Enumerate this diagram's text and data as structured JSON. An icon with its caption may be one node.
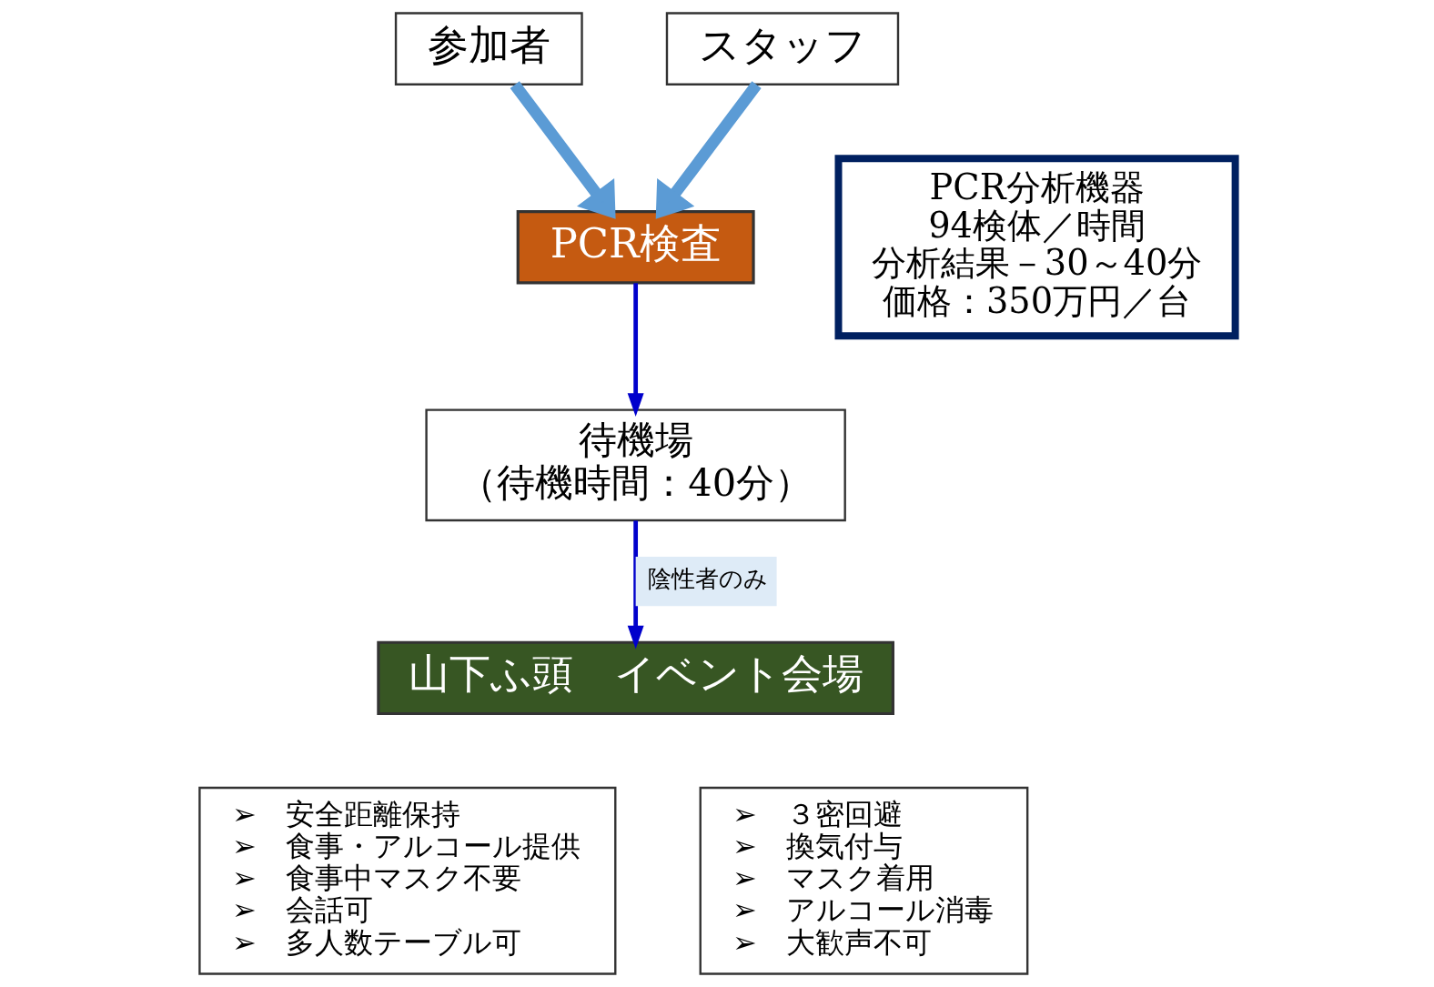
{
  "diagram": {
    "nodes": [
      {
        "text": [
          "参加者"
        ]
      },
      {
        "text": [
          "スタッフ"
        ]
      },
      {
        "text": [
          "PCR検査"
        ]
      },
      {
        "text": [
          "PCR分析機器",
          "94検体／時間",
          "分析結果－30～40分",
          "価格：350万円／台"
        ]
      },
      {
        "text": [
          "待機場",
          "（待機時間：40分）"
        ]
      },
      {
        "text": [
          "山下ふ頭　イベント会場"
        ]
      },
      {
        "text": [
          "➢　安全距離保持",
          "➢　食事・アルコール提供",
          "➢　食事中マスク不要",
          "➢　会話可",
          "➢　多人数テーブル可"
        ]
      },
      {
        "text": [
          "➢　３密回避",
          "➢　換気付与",
          "➢　マスク着用",
          "➢　アルコール消毒",
          "➢　大歓声不可"
        ]
      }
    ],
    "edges": [
      {
        "from": 0,
        "to": 2,
        "arrow": "to",
        "style": "thick",
        "color": "#5b9bd5"
      },
      {
        "from": 1,
        "to": 2,
        "arrow": "to",
        "style": "thick",
        "color": "#5b9bd5"
      },
      {
        "from": 2,
        "to": 4,
        "arrow": "to",
        "color": "#0000cc"
      },
      {
        "from": 4,
        "to": 5,
        "arrow": "to",
        "color": "#0000cc",
        "label": "陰性者のみ"
      }
    ]
  }
}
